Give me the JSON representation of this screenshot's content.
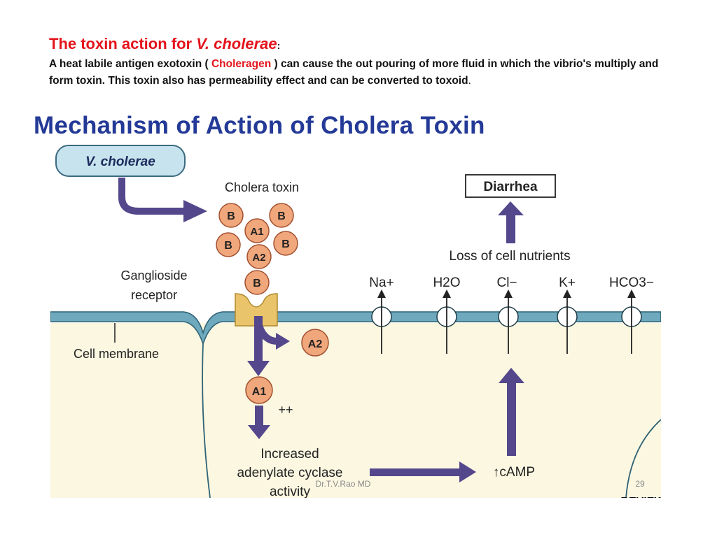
{
  "header": {
    "title_prefix": "The toxin action for ",
    "title_italic": "V. cholerae",
    "title_colon": ":",
    "para_part1": "A heat labile antigen exotoxin ( ",
    "para_red": "Choleragen",
    "para_part2": " ) can cause the out pouring of more fluid in which the vibrio's multiply and form toxin. This toxin also has permeability effect and can be converted to toxoid",
    "para_period": "."
  },
  "diagram": {
    "title": "Mechanism of Action of Cholera Toxin",
    "v_cholerae_label": "V. cholerae",
    "cholera_toxin_label": "Cholera toxin",
    "subunit_b": "B",
    "subunit_a1": "A1",
    "subunit_a2": "A2",
    "ganglioside_line1": "Ganglioside",
    "ganglioside_line2": "receptor",
    "cell_membrane_label": "Cell membrane",
    "plus_plus": "++",
    "increased_line1": "Increased",
    "increased_line2": "adenylate cyclase",
    "increased_line3": "activity",
    "camp_label": "↑cAMP",
    "loss_label": "Loss of cell nutrients",
    "diarrhea_label": "Diarrhea",
    "ions": [
      "Na+",
      "H2O",
      "Cl−",
      "K+",
      "HCO3−"
    ],
    "watermark": "Dr.T.V.Rao MD",
    "page_number": "29",
    "review_label": "REVIEW",
    "colors": {
      "title_blue": "#243a97",
      "cell_yellow": "#fbf7e1",
      "membrane_blue": "#6fa9bd",
      "subunit_orange": "#f0a77c",
      "arrow_purple": "#54478c",
      "label_box_blue": "#c7e3ee",
      "receptor_gold": "#e9c46a",
      "red_accent": "#e4141b"
    }
  }
}
